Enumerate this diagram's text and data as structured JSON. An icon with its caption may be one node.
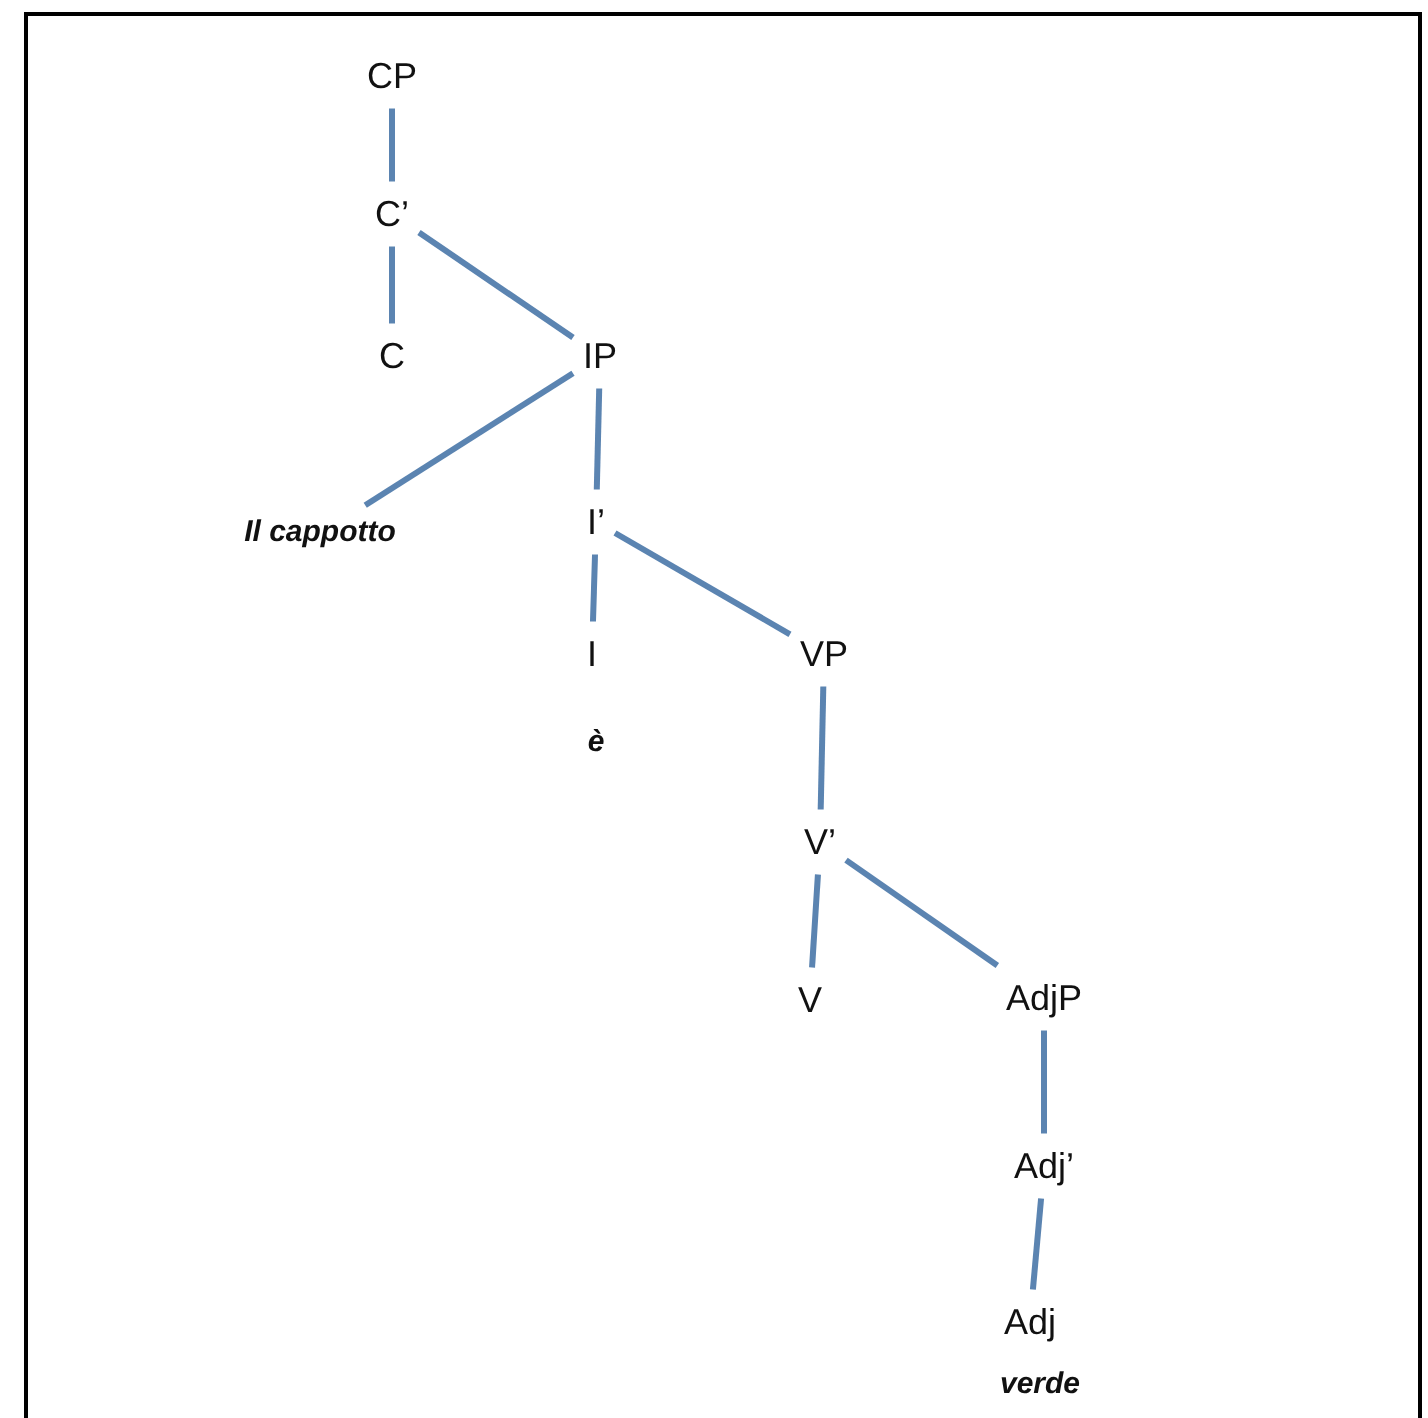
{
  "diagram": {
    "nodes": [
      {
        "text": [
          "CP"
        ]
      },
      {
        "text": [
          "C’"
        ]
      },
      {
        "text": [
          "C"
        ]
      },
      {
        "text": [
          "IP"
        ]
      },
      {
        "text": [
          "Il cappotto"
        ]
      },
      {
        "text": [
          "I’"
        ]
      },
      {
        "text": [
          "I"
        ],
        "beside": [
          "è"
        ]
      },
      {
        "text": [
          "VP"
        ]
      },
      {
        "text": [
          "V’"
        ]
      },
      {
        "text": [
          "V"
        ]
      },
      {
        "text": [
          "AdjP"
        ]
      },
      {
        "text": [
          "Adj’"
        ]
      },
      {
        "text": [
          "Adj"
        ],
        "beside": [
          "verde"
        ]
      }
    ],
    "edges": [
      {
        "from": 0,
        "to": 1,
        "arrow": "none"
      },
      {
        "from": 1,
        "to": 2,
        "arrow": "none"
      },
      {
        "from": 1,
        "to": 3,
        "arrow": "none"
      },
      {
        "from": 3,
        "to": 4,
        "arrow": "none"
      },
      {
        "from": 3,
        "to": 5,
        "arrow": "none"
      },
      {
        "from": 5,
        "to": 6,
        "arrow": "none"
      },
      {
        "from": 5,
        "to": 7,
        "arrow": "none"
      },
      {
        "from": 7,
        "to": 8,
        "arrow": "none"
      },
      {
        "from": 8,
        "to": 9,
        "arrow": "none"
      },
      {
        "from": 8,
        "to": 10,
        "arrow": "none"
      },
      {
        "from": 10,
        "to": 11,
        "arrow": "none"
      },
      {
        "from": 11,
        "to": 12,
        "arrow": "none"
      }
    ]
  }
}
